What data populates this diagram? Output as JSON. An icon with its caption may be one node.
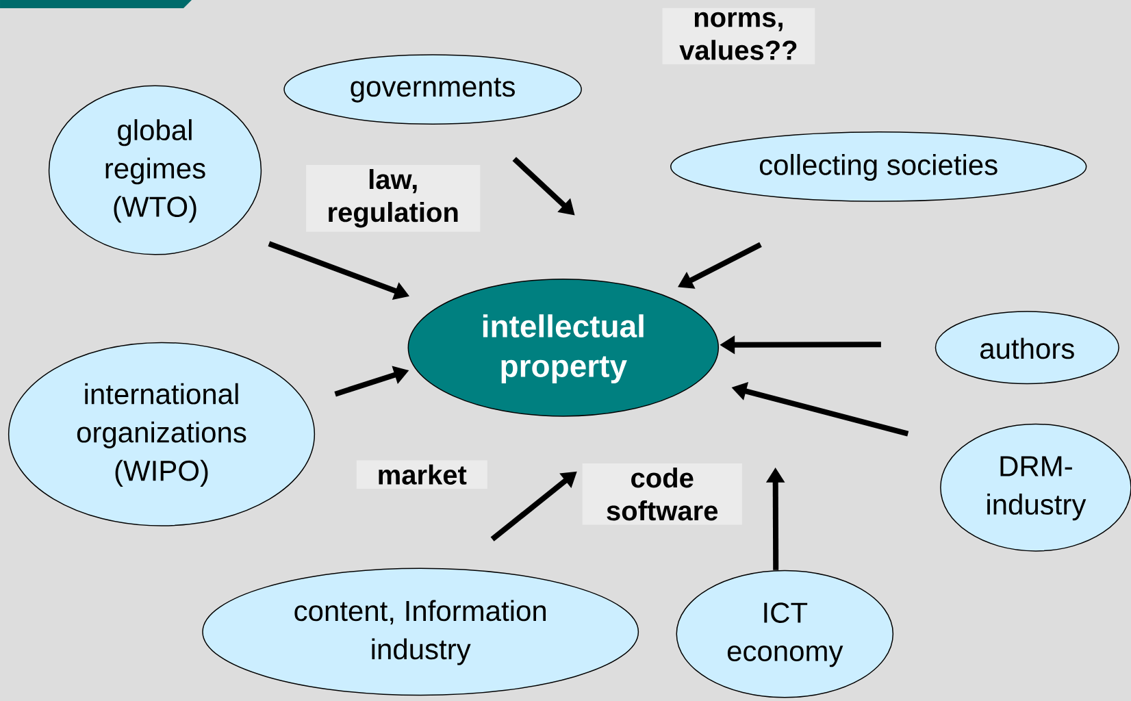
{
  "diagram": {
    "nodes": [
      {
        "text": [
          "governments"
        ]
      },
      {
        "text": [
          "global regimes (WTO)"
        ]
      },
      {
        "text": [
          "collecting societies"
        ]
      },
      {
        "text": [
          "intellectual property"
        ]
      },
      {
        "text": [
          "authors"
        ]
      },
      {
        "text": [
          "international organizations (WIPO)"
        ]
      },
      {
        "text": [
          "DRM-industry"
        ]
      },
      {
        "text": [
          "content, Information industry"
        ]
      },
      {
        "text": [
          "ICT economy"
        ]
      }
    ],
    "edges": [
      {
        "from": 0,
        "to": 3,
        "arrow": "to"
      },
      {
        "from": 1,
        "to": 3,
        "arrow": "to"
      },
      {
        "from": 2,
        "to": 3,
        "arrow": "to"
      },
      {
        "from": 5,
        "to": 3,
        "arrow": "to"
      },
      {
        "from": 4,
        "to": 3,
        "arrow": "to"
      },
      {
        "from": 6,
        "to": 3,
        "arrow": "to"
      },
      {
        "from": 7,
        "to": 3,
        "arrow": "to"
      },
      {
        "from": 8,
        "to": null,
        "arrow": "to"
      }
    ],
    "labels": [
      "norms, values??",
      "law, regulation",
      "market",
      "code software"
    ]
  }
}
